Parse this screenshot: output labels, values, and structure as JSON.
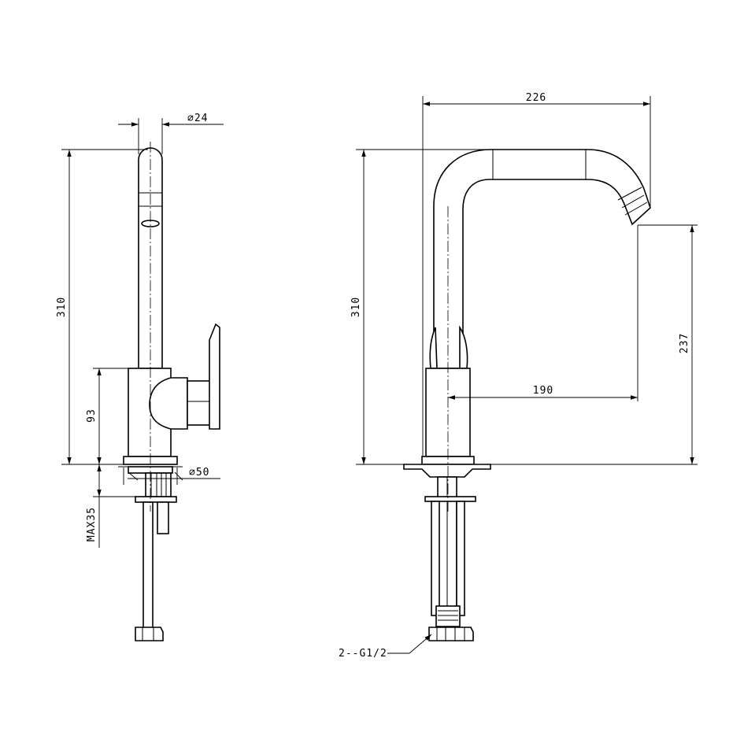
{
  "front_view": {
    "dimensions": {
      "spout_diameter": "⌀24",
      "total_height": "310",
      "body_height": "93",
      "base_diameter": "⌀50",
      "max_deck_thickness": "MAX35"
    }
  },
  "side_view": {
    "dimensions": {
      "total_width": "226",
      "total_height": "310",
      "spout_outlet_height": "237",
      "spout_reach": "190"
    },
    "callouts": {
      "connection": "2--G1/2"
    }
  }
}
